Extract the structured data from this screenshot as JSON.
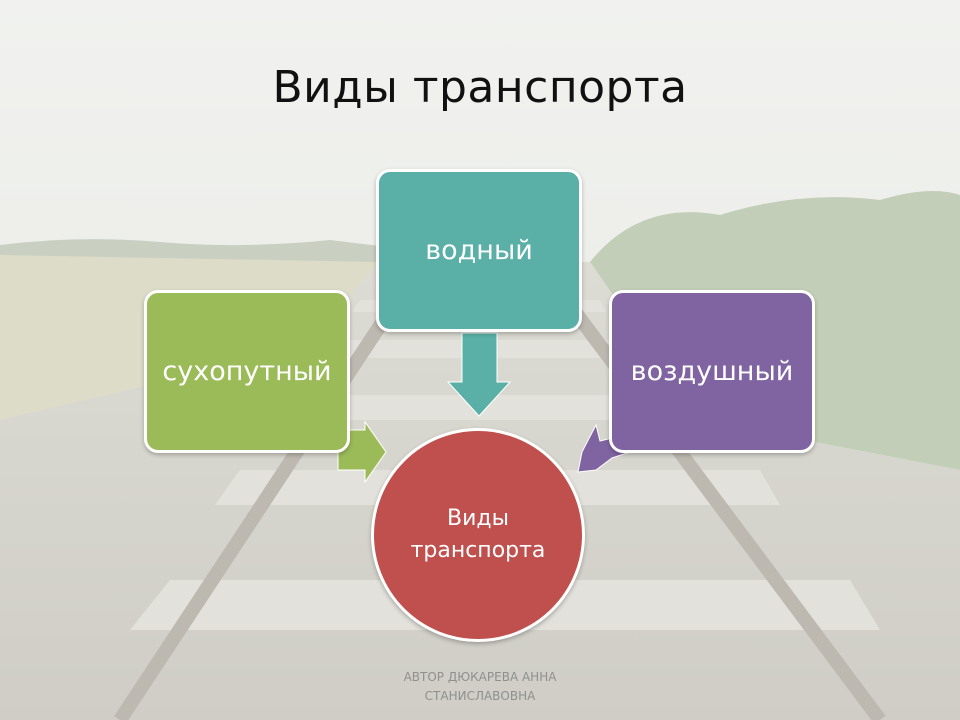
{
  "slide": {
    "title": "Виды транспорта",
    "footer": "АВТОР ДЮКАРЕВА АННА СТАНИСЛАВОВНА"
  },
  "diagram": {
    "center": "Виды транспорта",
    "nodes": {
      "water": "водный",
      "land": "сухопутный",
      "air": "воздушный"
    }
  },
  "colors": {
    "water": "#5ab0a6",
    "land": "#9bbb59",
    "air": "#8064a2",
    "center": "#c0504d"
  }
}
